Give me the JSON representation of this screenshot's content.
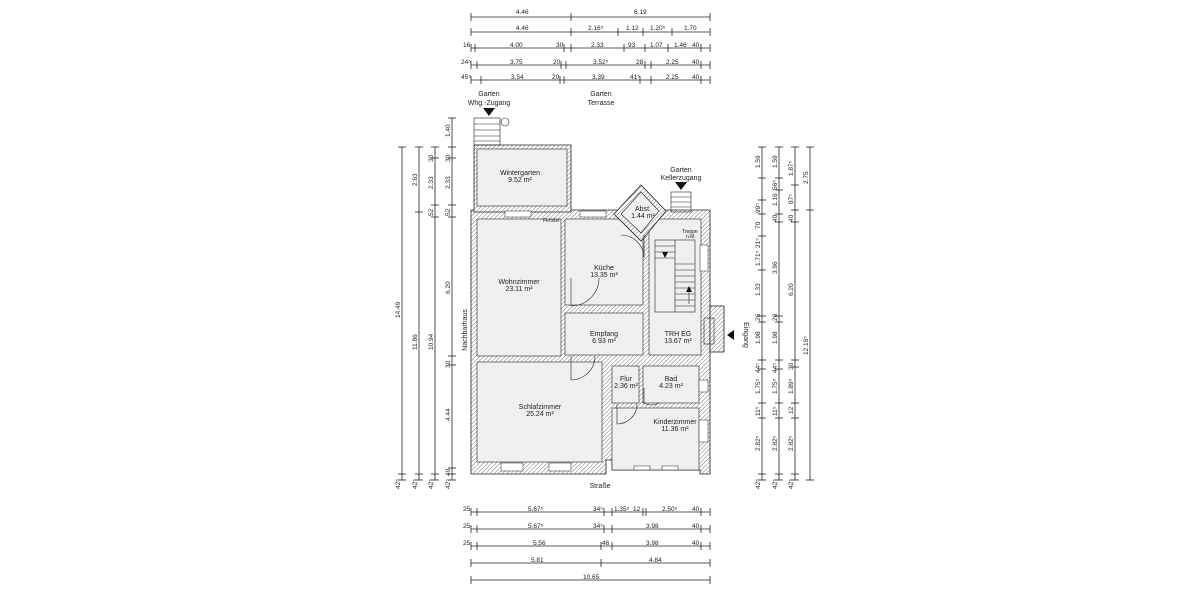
{
  "labels": {
    "garden_left": "Garten",
    "garden_left_sub": "Whg.-Zugang",
    "garden_mid": "Garten",
    "garden_mid_sub": "Terrasse",
    "garden_right": "Garten",
    "garden_right_sub": "Kellerzugang",
    "street": "Straße",
    "neighbour": "Nachbarhaus",
    "entrance": "Eingang",
    "window": "Fenster",
    "stairs": "Treppe",
    "stairs_sub": "n.M."
  },
  "rooms": [
    {
      "name": "Wintergarten",
      "area": "9.52 m²"
    },
    {
      "name": "Abst.",
      "area": "1.44 m²"
    },
    {
      "name": "Wohnzimmer",
      "area": "23.11 m²"
    },
    {
      "name": "Küche",
      "area": "13.35 m²"
    },
    {
      "name": "Empfang",
      "area": "6.93 m²"
    },
    {
      "name": "TRH EG",
      "area": "13.67 m²"
    },
    {
      "name": "Flur",
      "area": "2.36 m²"
    },
    {
      "name": "Bad",
      "area": "4.23 m²"
    },
    {
      "name": "Schlafzimmer",
      "area": "25.24 m²"
    },
    {
      "name": "Kinderzimmer",
      "area": "11.36 m²"
    }
  ],
  "dims_top": [
    [
      "4.46",
      "6.19"
    ],
    [
      "4.46",
      "2.16⁵",
      "1.12",
      "1.20⁵",
      "1.70"
    ],
    [
      "16",
      "4.00",
      "30",
      "2.33",
      "93",
      "1.07",
      "1.46",
      "40"
    ],
    [
      "24⁵",
      "3.75",
      "20",
      "3.52⁵",
      "28",
      "2.25",
      "40"
    ],
    [
      "45⁵",
      "3.54",
      "20",
      "3.39",
      "41⁵",
      "2.25",
      "40"
    ]
  ],
  "dims_bottom": [
    [
      "25",
      "5.67⁵",
      "34⁵",
      "1.35⁵",
      "12",
      "2.50⁵",
      "40"
    ],
    [
      "25",
      "5.67⁵",
      "34⁵",
      "3.98",
      "40"
    ],
    [
      "25",
      "5.56",
      "46",
      "3.98",
      "40"
    ],
    [
      "5.81",
      "4.84"
    ],
    [
      "10.65"
    ]
  ],
  "dims_left": [
    [
      "42⁵",
      "14.49"
    ],
    [
      "42⁵",
      "11.86",
      "2.63"
    ],
    [
      "42⁵",
      "10.94",
      "52",
      "2.33",
      "30"
    ],
    [
      "42⁵",
      "40",
      "4.44",
      "30",
      "6.20",
      "52",
      "2.33",
      "30",
      "1.40"
    ]
  ],
  "dims_right": [
    [
      "42⁵",
      "2.82⁵",
      "11⁵",
      "1.75⁵",
      "44⁵",
      "1.98",
      "26",
      "1.33",
      "1.71⁵",
      "21⁵",
      "70",
      "99⁵",
      "1.59"
    ],
    [
      "42⁵",
      "2.82⁵",
      "11⁵",
      "1.75⁵",
      "44⁵",
      "1.98",
      "26",
      "3.96",
      "40",
      "1.16",
      "56⁵",
      "1.59"
    ],
    [
      "42⁵",
      "2.82⁵",
      "12",
      "1.89⁵",
      "30",
      "6.20",
      "40",
      "87⁵",
      "1.87⁵"
    ],
    [
      "12.16⁵",
      "2.75"
    ]
  ]
}
